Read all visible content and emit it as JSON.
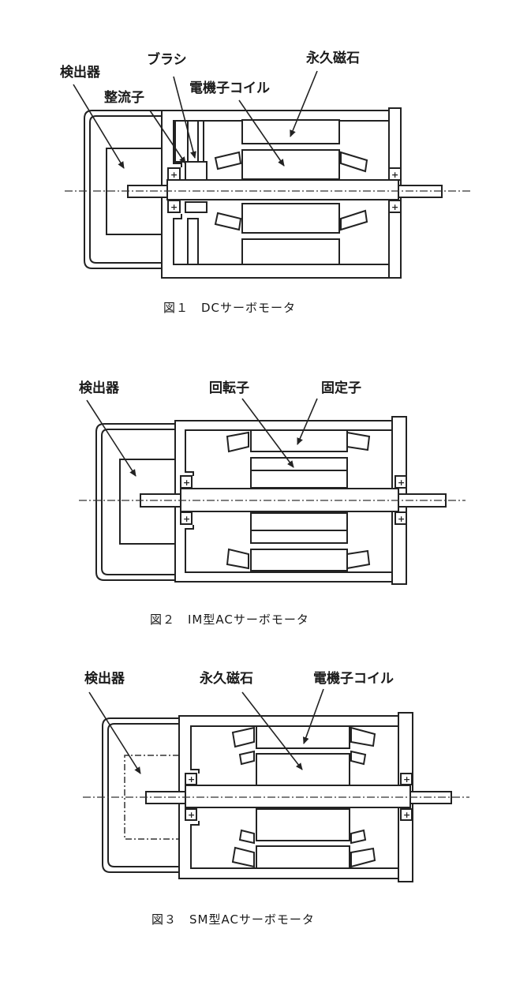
{
  "figures": [
    {
      "caption": "図１　DCサーボモータ",
      "labels": {
        "detector": "検出器",
        "brush": "ブラシ",
        "commutator": "整流子",
        "armature_coil": "電機子コイル",
        "permanent_magnet": "永久磁石"
      }
    },
    {
      "caption": "図２　IM型ACサーボモータ",
      "labels": {
        "detector": "検出器",
        "rotor": "回転子",
        "stator": "固定子"
      }
    },
    {
      "caption": "図３　SM型ACサーボモータ",
      "labels": {
        "detector": "検出器",
        "permanent_magnet": "永久磁石",
        "armature_coil": "電機子コイル"
      }
    }
  ]
}
